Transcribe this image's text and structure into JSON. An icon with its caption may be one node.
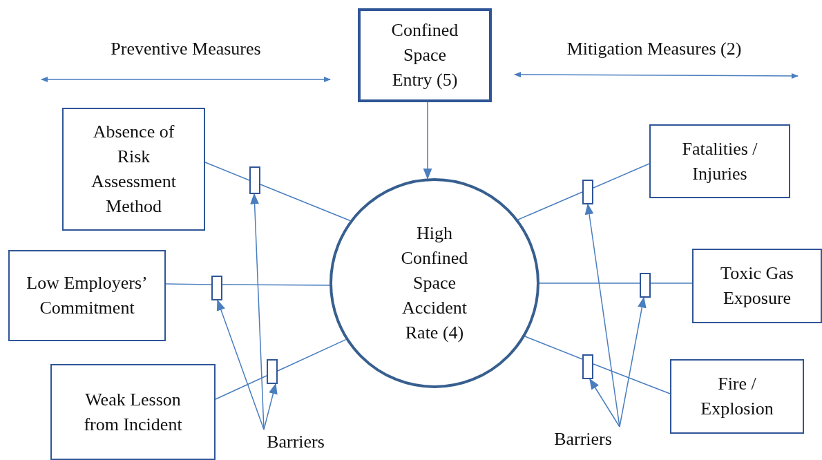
{
  "diagram": {
    "nodes": [
      {
        "text": [
          "Confined Space Entry (5)"
        ]
      },
      {
        "text": [
          "Absence of Risk Assessment Method"
        ]
      },
      {
        "text": [
          "Low Employers’ Commitment"
        ]
      },
      {
        "text": [
          "Weak Lesson from Incident"
        ]
      },
      {
        "text": [
          "High Confined Space Accident Rate (4)"
        ]
      },
      {
        "text": [
          "Fatalities / Injuries"
        ]
      },
      {
        "text": [
          "Toxic Gas Exposure"
        ]
      },
      {
        "text": [
          "Fire / Explosion"
        ]
      },
      {
        "text": [],
        "shape": "bar"
      },
      {
        "text": [],
        "shape": "bar"
      },
      {
        "text": [],
        "shape": "bar"
      },
      {
        "text": [],
        "shape": "bar"
      },
      {
        "text": [],
        "shape": "bar"
      },
      {
        "text": [],
        "shape": "bar"
      },
      {
        "text": [
          "Barriers"
        ]
      },
      {
        "text": [
          "Barriers"
        ]
      }
    ],
    "edges": [
      {
        "from": 0,
        "to": 4,
        "arrow": "to"
      },
      {
        "from": 1,
        "to": 8,
        "arrow": "none"
      },
      {
        "from": 8,
        "to": 4,
        "arrow": "none"
      },
      {
        "from": 2,
        "to": 9,
        "arrow": "none"
      },
      {
        "from": 9,
        "to": 4,
        "arrow": "none"
      },
      {
        "from": 3,
        "to": 10,
        "arrow": "none"
      },
      {
        "from": 10,
        "to": 4,
        "arrow": "none"
      },
      {
        "from": 4,
        "to": 11,
        "arrow": "none"
      },
      {
        "from": 11,
        "to": 5,
        "arrow": "none"
      },
      {
        "from": 4,
        "to": 12,
        "arrow": "none"
      },
      {
        "from": 12,
        "to": 6,
        "arrow": "none"
      },
      {
        "from": 4,
        "to": 13,
        "arrow": "none"
      },
      {
        "from": 13,
        "to": 7,
        "arrow": "none"
      },
      {
        "from": 14,
        "to": 8,
        "arrow": "to"
      },
      {
        "from": 14,
        "to": 9,
        "arrow": "to"
      },
      {
        "from": 14,
        "to": 10,
        "arrow": "to"
      },
      {
        "from": 15,
        "to": 11,
        "arrow": "to"
      },
      {
        "from": 15,
        "to": 12,
        "arrow": "to"
      },
      {
        "from": 15,
        "to": 13,
        "arrow": "to"
      }
    ],
    "labels": [
      "Preventive Measures",
      "Mitigation Measures (2)"
    ]
  }
}
